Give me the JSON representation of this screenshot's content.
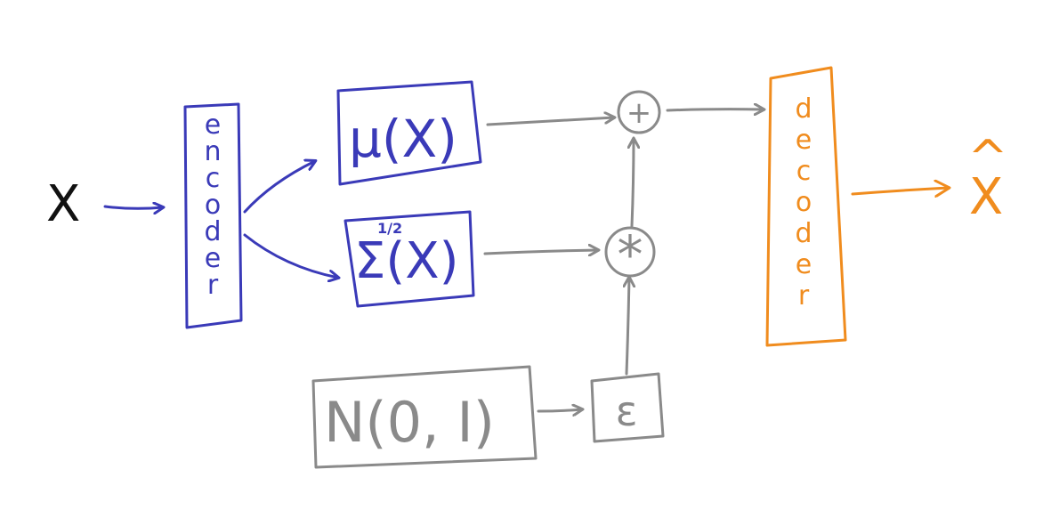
{
  "colors": {
    "blue": "#3a3ab8",
    "gray": "#8a8a8a",
    "orange": "#f08c1e",
    "black": "#111111"
  },
  "input": {
    "label": "X"
  },
  "encoder": {
    "letters": [
      "e",
      "n",
      "c",
      "o",
      "d",
      "e",
      "r"
    ]
  },
  "mu": {
    "label": "μ(X)"
  },
  "sigma": {
    "label": "Σ(X)",
    "superscript": "1/2"
  },
  "noise": {
    "label": "N(0, I)"
  },
  "epsilon": {
    "label": "ε"
  },
  "plus_node": {
    "symbol": "+"
  },
  "times_node": {
    "symbol": "*"
  },
  "decoder": {
    "letters": [
      "d",
      "e",
      "c",
      "o",
      "d",
      "e",
      "r"
    ]
  },
  "output": {
    "base": "X",
    "hat": "^"
  }
}
